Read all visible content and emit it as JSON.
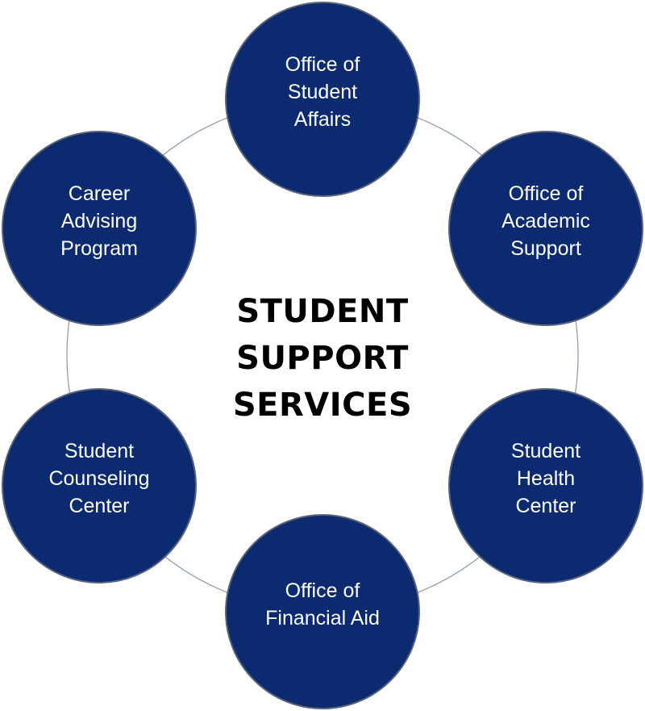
{
  "diagram": {
    "title": "STUDENT\nSUPPORT\nSERVICES",
    "colors": {
      "node_fill": "#0b2a6f",
      "node_border": "#5c6577",
      "ring_line": "#8a97ad",
      "node_text": "#ffffff",
      "title_text": "#000000"
    },
    "nodes": [
      {
        "label": "Office of\nStudent\nAffairs",
        "position": "top"
      },
      {
        "label": "Office of\nAcademic\nSupport",
        "position": "upper-right"
      },
      {
        "label": "Student\nHealth\nCenter",
        "position": "lower-right"
      },
      {
        "label": "Office of\nFinancial Aid",
        "position": "bottom"
      },
      {
        "label": "Student\nCounseling\nCenter",
        "position": "lower-left"
      },
      {
        "label": "Career\nAdvising\nProgram",
        "position": "upper-left"
      }
    ]
  }
}
